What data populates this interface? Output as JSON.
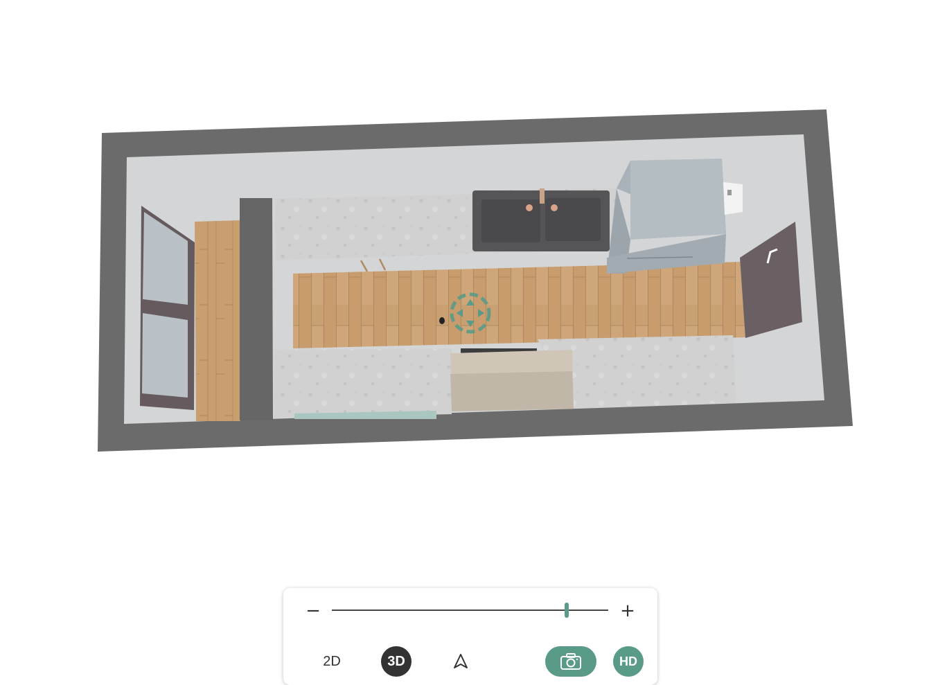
{
  "viewer": {
    "canvas_label": "3D room view",
    "mode": "3D"
  },
  "toolbar": {
    "zoom_out_label": "−",
    "zoom_in_label": "+",
    "zoom_level_fraction": 0.85,
    "mode_2d_label": "2D",
    "mode_3d_label": "3D",
    "navigate_icon": "navigation-arrow-icon",
    "camera_icon": "camera-icon",
    "hd_label": "HD"
  },
  "colors": {
    "accent": "#5a9a88",
    "active_mode": "#333333",
    "wall_top": "#6b6b6b",
    "wall_inner": "#d4d5d6",
    "floor_wood": "#c9a072",
    "countertop": "#d3d3d3",
    "sink": "#555558",
    "cabinet_blue": "#a8b2b8",
    "door": "#6a5f63",
    "window_glass": "#b9c0c6"
  }
}
